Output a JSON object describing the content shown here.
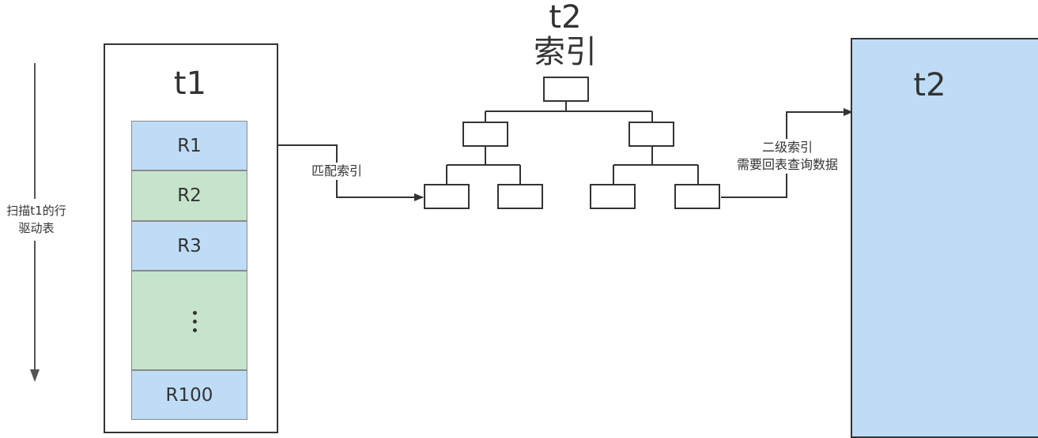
{
  "scan": {
    "line1": "扫描t1的行",
    "line2": "驱动表"
  },
  "t1": {
    "title": "t1",
    "rows": [
      "R1",
      "R2",
      "R3",
      "R100"
    ]
  },
  "match_label": "匹配索引",
  "index": {
    "title_line1": "t2",
    "title_line2": "索引"
  },
  "secondary": {
    "line1": "二级索引",
    "line2": "需要回表查询数据"
  },
  "t2": {
    "title": "t2"
  },
  "colors": {
    "row_blue": "#bfdcf6",
    "row_green": "#c6e4cb",
    "line": "#333333"
  }
}
